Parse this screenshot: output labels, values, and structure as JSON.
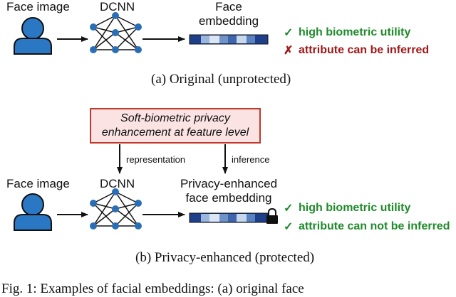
{
  "panel_a": {
    "input_label": "Face image",
    "network_label": "DCNN",
    "embedding_label_line1": "Face",
    "embedding_label_line2": "embedding",
    "result_good": "high biometric utility",
    "result_bad": "attribute can be inferred",
    "caption": "(a)  Original (unprotected)"
  },
  "panel_b": {
    "privacy_box_line1": "Soft-biometric privacy",
    "privacy_box_line2": "enhancement at feature level",
    "arrow_left_label": "representation",
    "arrow_right_label": "inference",
    "input_label": "Face image",
    "network_label": "DCNN",
    "embedding_label_line1": "Privacy-enhanced",
    "embedding_label_line2": "face embedding",
    "result_good_1": "high biometric utility",
    "result_good_2": "attribute can not be inferred",
    "caption": "(b)  Privacy-enhanced (protected)"
  },
  "footer_partial": "Fig. 1:  Examples of facial embeddings: (a) original face",
  "symbols": {
    "check": "✓",
    "cross": "✗"
  },
  "colors": {
    "person_fill": "#2a77c4",
    "network_node": "#2a6fb6",
    "good": "#1f8a2a",
    "bad": "#a01818",
    "box_border": "#c0392b",
    "box_fill": "#fbe3e3"
  },
  "icons": [
    "person-icon",
    "neural-network-icon",
    "embedding-vector",
    "lock-icon",
    "arrow-icon"
  ]
}
